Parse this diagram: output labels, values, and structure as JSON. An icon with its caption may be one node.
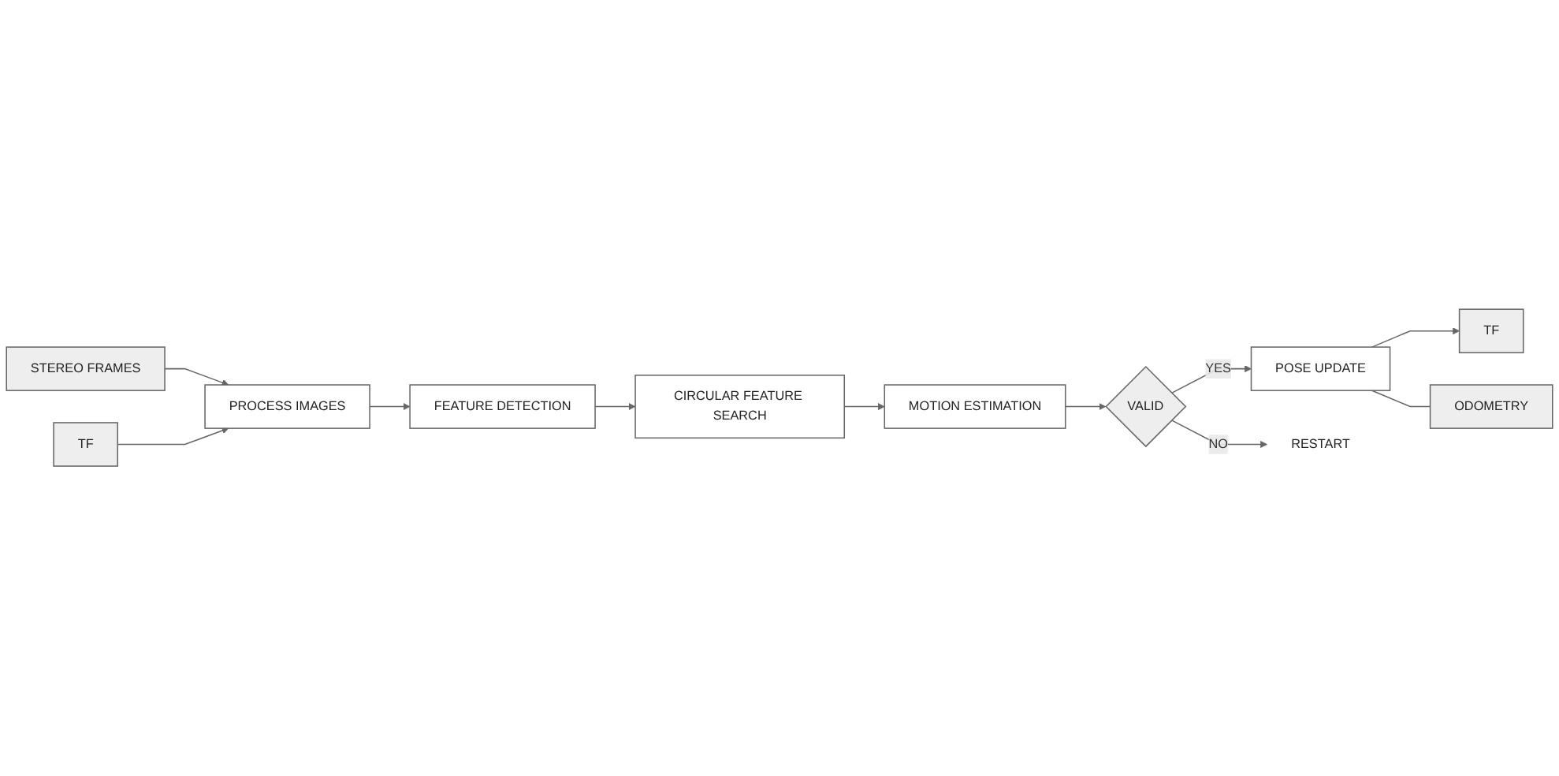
{
  "diagram": {
    "nodes": [
      {
        "text": [
          "STEREO FRAMES"
        ]
      },
      {
        "text": [
          "PROCESS IMAGES"
        ]
      },
      {
        "text": [
          "TF"
        ]
      },
      {
        "text": [
          "FEATURE DETECTION"
        ]
      },
      {
        "text": [
          "CIRCULAR FEATURE SEARCH"
        ]
      },
      {
        "text": [
          "ODOMETRY"
        ]
      },
      {
        "text": [
          "POSE UPDATE"
        ]
      },
      {
        "text": [
          "TF"
        ]
      },
      {
        "text": [
          "MOTION ESTIMATION"
        ]
      },
      {
        "text": [
          "VALID"
        ]
      },
      {
        "text": [
          "RESTART"
        ]
      }
    ],
    "edges": [
      {
        "from": 0,
        "to": 1,
        "arrow": "to"
      },
      {
        "from": 2,
        "to": 1,
        "arrow": "to"
      },
      {
        "from": 1,
        "to": 3,
        "arrow": "to"
      },
      {
        "from": 3,
        "to": 4,
        "arrow": "to"
      },
      {
        "from": 4,
        "to": 8,
        "arrow": "to"
      },
      {
        "from": 8,
        "to": 9,
        "arrow": "to"
      },
      {
        "from": 9,
        "to": 6,
        "label": "YES",
        "arrow": "to"
      },
      {
        "from": 9,
        "to": 10,
        "label": "NO",
        "arrow": "to"
      },
      {
        "from": 6,
        "to": 7,
        "arrow": "to"
      },
      {
        "from": 6,
        "to": 5,
        "arrow": "none"
      }
    ]
  }
}
